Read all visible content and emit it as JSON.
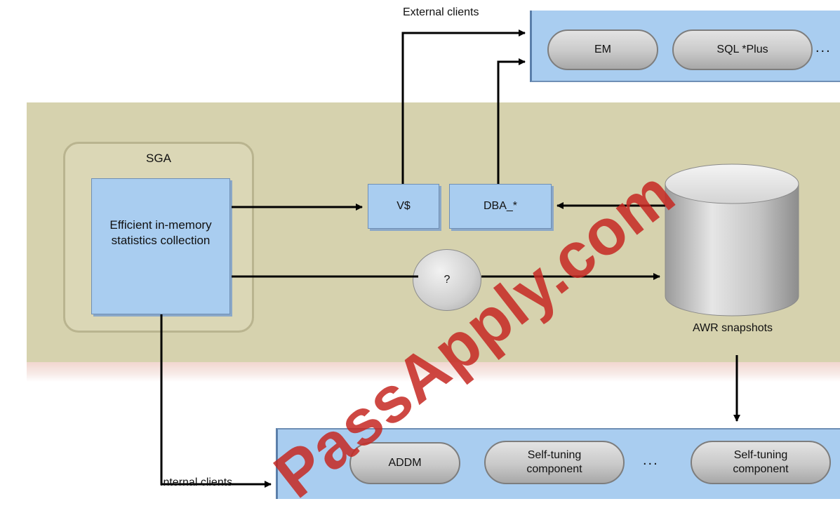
{
  "labels": {
    "external_clients": "External clients",
    "internal_clients": "Internal clients",
    "sga": "SGA",
    "stats_box": "Efficient in-memory statistics collection",
    "v_dollar": "V$",
    "dba": "DBA_*",
    "hub": "?",
    "awr": "AWR snapshots"
  },
  "external_panel": {
    "items": [
      "EM",
      "SQL *Plus"
    ],
    "more": "..."
  },
  "internal_panel": {
    "items": [
      "ADDM",
      "Self-tuning component",
      "Self-tuning component"
    ],
    "more": "..."
  },
  "watermark": "PassApply.com",
  "colors": {
    "background_band": "#d6d2ae",
    "box_blue": "#a9cdf0",
    "pill_gray": "#c9c9c9",
    "watermark": "#c62822"
  }
}
